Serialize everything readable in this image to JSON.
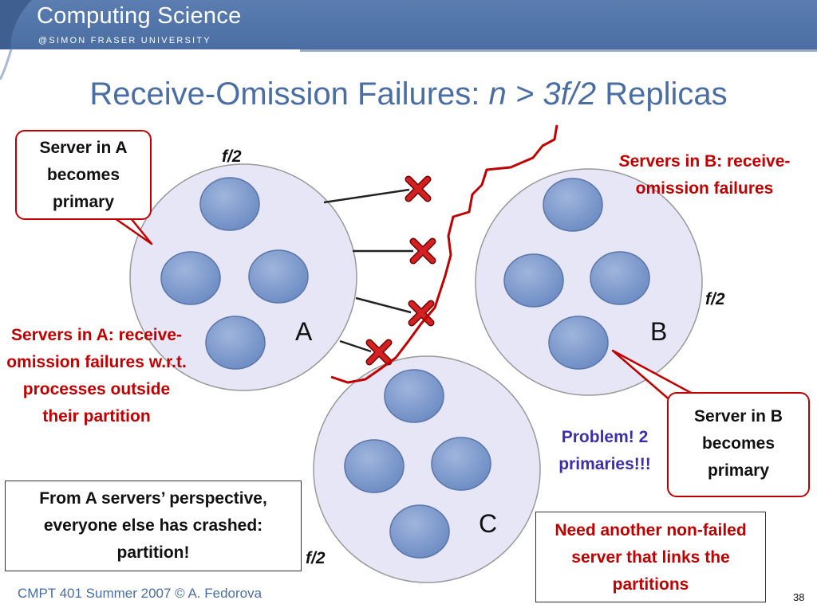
{
  "header": {
    "brand_title": "Computing Science",
    "brand_subtitle": "@SIMON FRASER UNIVERSITY"
  },
  "title": {
    "prefix": "Receive-Omission Failures: ",
    "math": "n > 3f/2",
    "suffix": " Replicas"
  },
  "groups": {
    "a": {
      "letter": "A",
      "size_label": "f/2"
    },
    "b": {
      "letter": "B",
      "size_label": "f/2"
    },
    "c": {
      "letter": "C",
      "size_label": "f/2"
    }
  },
  "annotations": {
    "server_a_primary": "Server in A becomes primary",
    "servers_b_failures_first": "S",
    "servers_b_failures_rest": "ervers in B: receive-omission failures",
    "servers_a_failures": "Servers in A: receive-omission failures w.r.t. processes outside their partition",
    "server_b_primary": "Server in B becomes primary",
    "problem": "Problem! 2 primaries!!!",
    "perspective_box": "From A servers’ perspective, everyone else has crashed: partition!",
    "need_server_box": "Need another non-failed server that links the partitions"
  },
  "colors": {
    "accent": "#4a6ea3",
    "emphasis": "#c00000",
    "problem": "#3b2fae"
  },
  "footer": {
    "course": "CMPT 401 Summer 2007  © A. Fedorova",
    "page": "38"
  }
}
